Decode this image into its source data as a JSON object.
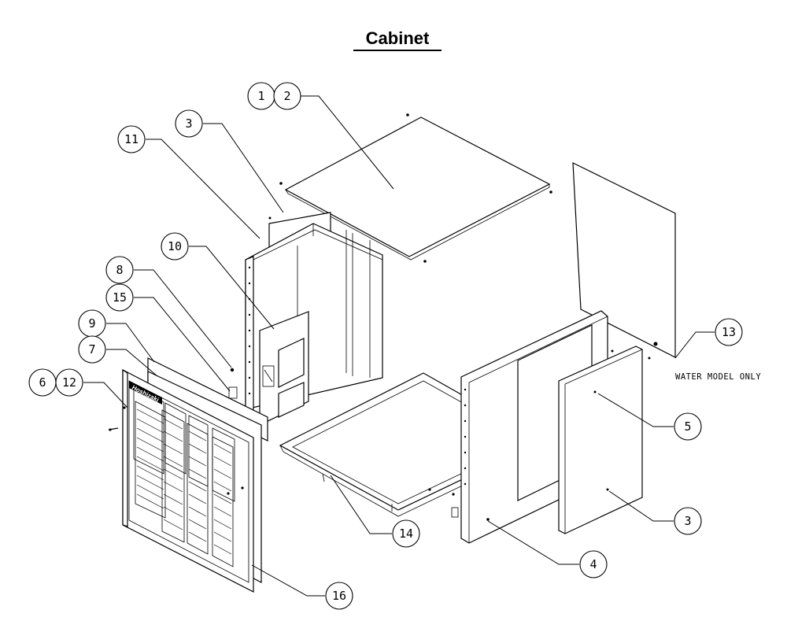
{
  "title": "Cabinet",
  "callouts": [
    {
      "id": "1",
      "label": "1"
    },
    {
      "id": "2",
      "label": "2"
    },
    {
      "id": "3a",
      "label": "3"
    },
    {
      "id": "11",
      "label": "11"
    },
    {
      "id": "10",
      "label": "10"
    },
    {
      "id": "8",
      "label": "8"
    },
    {
      "id": "15",
      "label": "15"
    },
    {
      "id": "9",
      "label": "9"
    },
    {
      "id": "7",
      "label": "7"
    },
    {
      "id": "6",
      "label": "6"
    },
    {
      "id": "12",
      "label": "12"
    },
    {
      "id": "13",
      "label": "13"
    },
    {
      "id": "5",
      "label": "5"
    },
    {
      "id": "3b",
      "label": "3"
    },
    {
      "id": "14",
      "label": "14"
    },
    {
      "id": "4",
      "label": "4"
    },
    {
      "id": "16",
      "label": "16"
    }
  ],
  "note": "WATER MODEL ONLY",
  "logo": "Hoshizaki"
}
